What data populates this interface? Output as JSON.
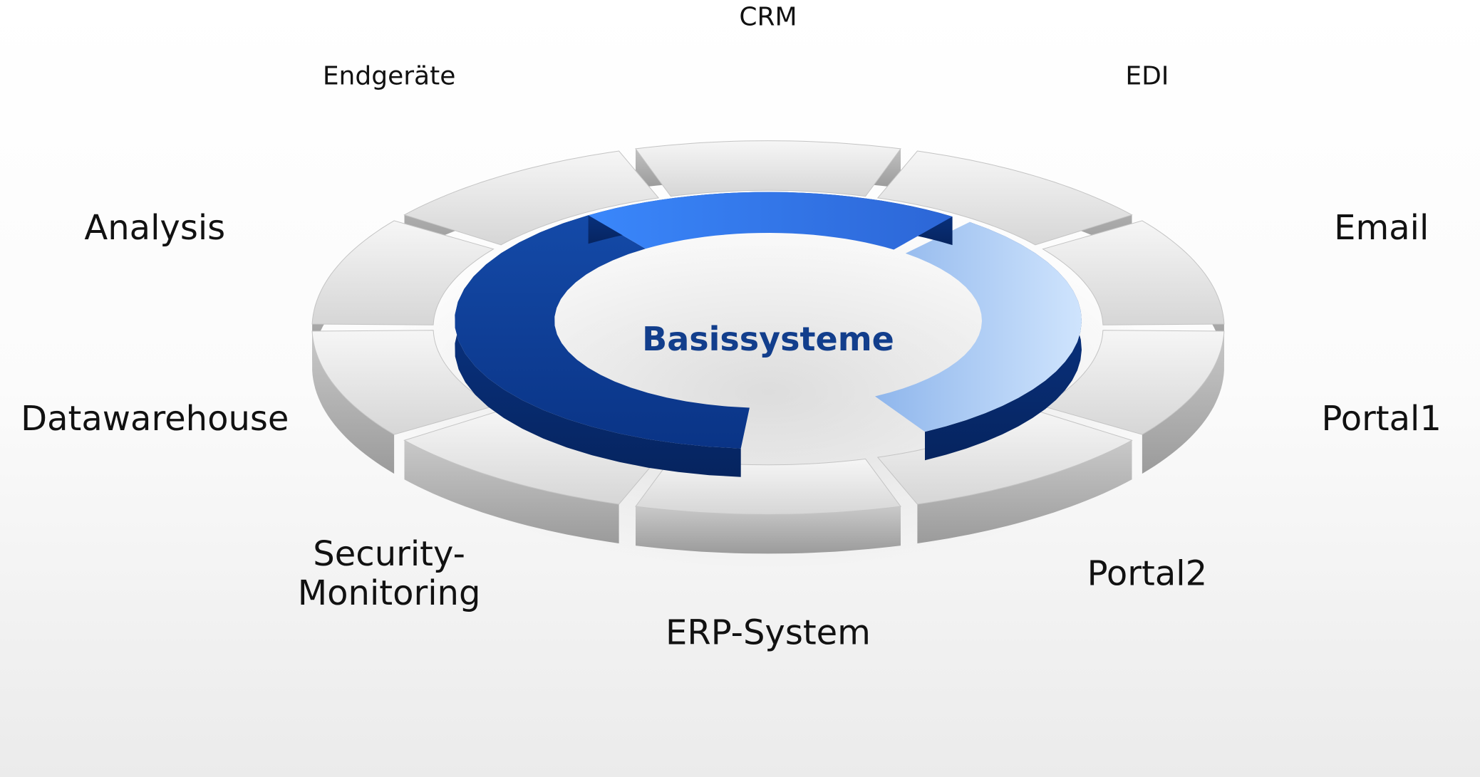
{
  "center": {
    "label": "Basissysteme"
  },
  "modules": [
    {
      "key": "crm",
      "lines": [
        "CRM"
      ]
    },
    {
      "key": "edi",
      "lines": [
        "EDI"
      ]
    },
    {
      "key": "email",
      "lines": [
        "Email"
      ]
    },
    {
      "key": "portal1",
      "lines": [
        "Portal1"
      ]
    },
    {
      "key": "portal2",
      "lines": [
        "Portal2"
      ]
    },
    {
      "key": "erp",
      "lines": [
        "ERP-System"
      ]
    },
    {
      "key": "security",
      "lines": [
        "Security-",
        "Monitoring"
      ]
    },
    {
      "key": "datawarehouse",
      "lines": [
        "Datawarehouse"
      ]
    },
    {
      "key": "analysis",
      "lines": [
        "Analysis"
      ]
    },
    {
      "key": "endgeraete",
      "lines": [
        "Endgeräte"
      ]
    }
  ],
  "colors": {
    "inner_ring_top": "#2f7df5",
    "inner_ring_bottom": "#0d3c9a",
    "inner_ring_light": "#bcd9fb",
    "outer_segments": "#d9d9d9",
    "center_text": "#123e8c"
  }
}
